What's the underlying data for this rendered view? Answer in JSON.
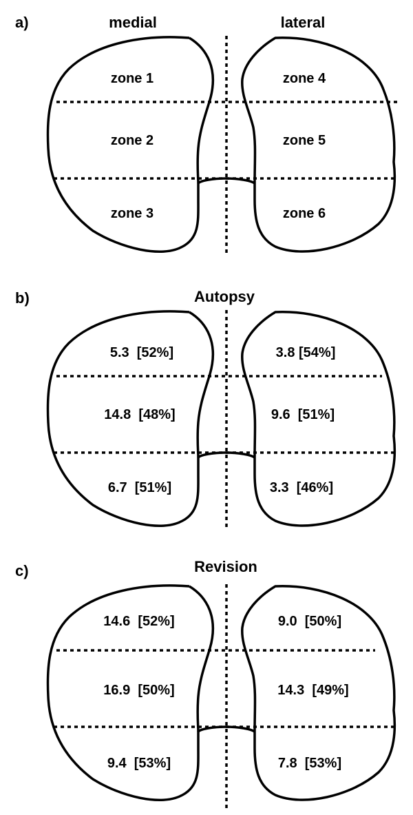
{
  "panels": [
    {
      "letter": "a)",
      "title": "",
      "header_left": "medial",
      "header_right": "lateral",
      "zones": [
        "zone 1",
        "zone 2",
        "zone 3",
        "zone 4",
        "zone 5",
        "zone 6"
      ]
    },
    {
      "letter": "b)",
      "title": "Autopsy",
      "header_left": "",
      "header_right": "",
      "zones": [
        "5.3  [52%]",
        "14.8  [48%]",
        "6.7  [51%]",
        "3.8 [54%]",
        "9.6  [51%]",
        "3.3  [46%]"
      ]
    },
    {
      "letter": "c)",
      "title": "Revision",
      "header_left": "",
      "header_right": "",
      "zones": [
        "14.6  [52%]",
        "16.9  [50%]",
        "9.4  [53%]",
        "9.0  [50%]",
        "14.3  [49%]",
        "7.8  [53%]"
      ]
    }
  ],
  "colors": {
    "ink": "#000000",
    "background": "#ffffff"
  }
}
